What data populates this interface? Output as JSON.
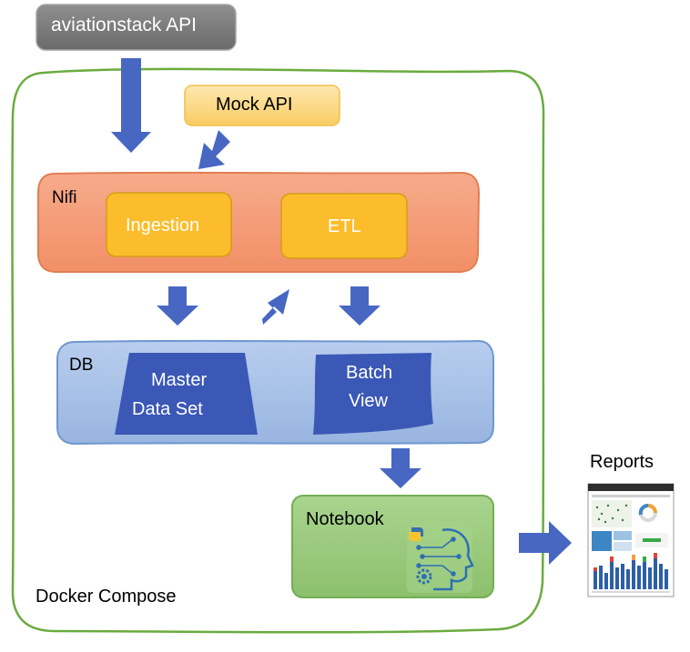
{
  "nodes": {
    "source_api": "aviationstack API",
    "mock_api": "Mock API",
    "nifi": "Nifi",
    "ingestion": "Ingestion",
    "etl": "ETL",
    "db": "DB",
    "master_line1": "Master",
    "master_line2": "Data Set",
    "batch_line1": "Batch",
    "batch_line2": "View",
    "notebook": "Notebook",
    "container": "Docker Compose",
    "reports": "Reports"
  },
  "colors": {
    "arrow": "#4767c2",
    "container_border": "#6aab3e",
    "nifi_fill": "#f4a07c",
    "nifi_border": "#e27d52",
    "box_fill": "#fbbd2b",
    "db_fill": "#a8c1e6",
    "db_border": "#6f96d0",
    "db_shape": "#3b58b7",
    "notebook_fill": "#9dcc80",
    "notebook_border": "#73ae55",
    "source_fill": "#7f7f7f",
    "mock_fill": "#fbd98a"
  }
}
